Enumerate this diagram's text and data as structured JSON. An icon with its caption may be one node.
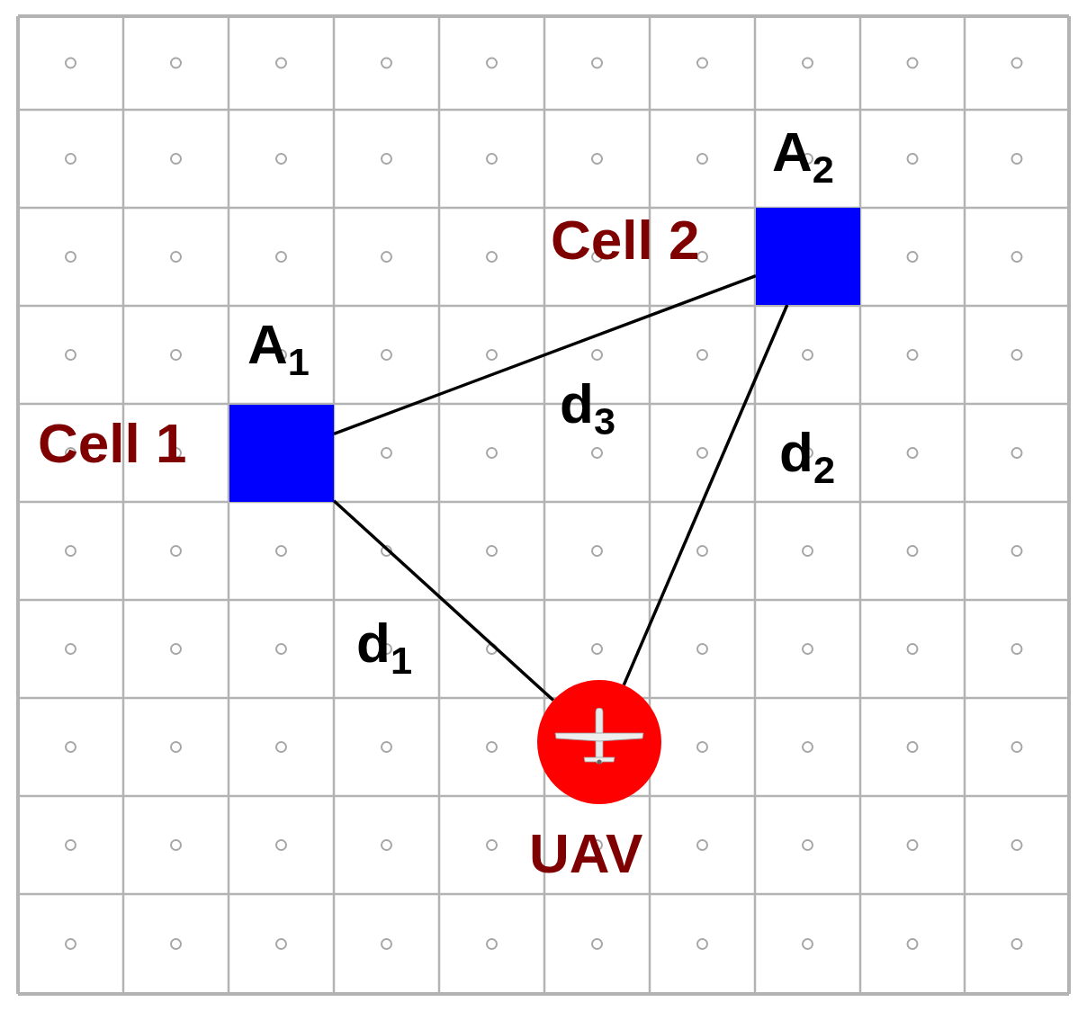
{
  "diagram": {
    "nodes": [
      {
        "text": [
          "A$_{1}$"
        ],
        "beside": [
          "Cell 1"
        ]
      },
      {
        "text": [
          "A$_{2}$"
        ],
        "beside": [
          "Cell 2"
        ]
      },
      {
        "text": [
          "UAV"
        ]
      }
    ],
    "edges": [
      {
        "from": 0,
        "to": 2,
        "arrow": "none",
        "label": "d$_{1}$"
      },
      {
        "from": 2,
        "to": 1,
        "arrow": "none",
        "label": "d$_{2}$"
      },
      {
        "from": 0,
        "to": 1,
        "arrow": "none",
        "label": "d$_{3}$"
      }
    ]
  }
}
